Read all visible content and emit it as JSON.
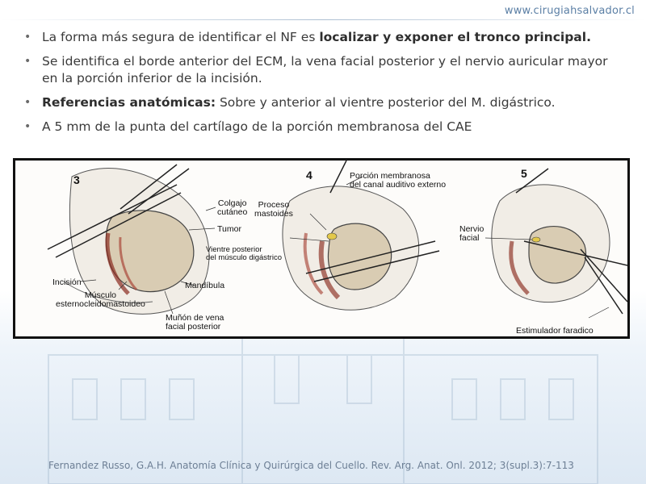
{
  "header": {
    "url": "www.cirugiahsalvador.cl"
  },
  "bullets": [
    {
      "pre": "La forma más segura de identificar el NF es ",
      "bold": "localizar y exponer el tronco principal.",
      "post": ""
    },
    {
      "pre": "Se identifica el borde anterior del ECM, la vena facial posterior y el nervio auricular mayor en la porción inferior de la incisión.",
      "bold": "",
      "post": ""
    },
    {
      "pre": "",
      "bold": "Referencias anatómicas:",
      "post": " Sobre y anterior al vientre posterior del M. digástrico."
    },
    {
      "pre": "A 5 mm de la punta del cartílago de la porción membranosa del CAE",
      "bold": "",
      "post": ""
    }
  ],
  "figure": {
    "panels": [
      {
        "number": "3",
        "labels": {
          "colgajo": "Colgajo\ncutáneo",
          "tumor": "Tumor",
          "incision": "Incisión",
          "musculo": "Músculo\nesternocleidomastoideo",
          "mandibula": "Mandíbula",
          "munon": "Muñón de vena\nfacial posterior"
        }
      },
      {
        "number": "4",
        "labels": {
          "porcion": "Porción membranosa\ndel canal auditivo externo",
          "proceso": "Proceso\nmastoides",
          "vientre": "Vientre posterior\ndel músculo digástrico"
        }
      },
      {
        "number": "5",
        "labels": {
          "nervio": "Nervio\nfacial",
          "estimulador": "Estimulador faradico"
        }
      }
    ]
  },
  "footer": {
    "citation": "Fernandez Russo, G.A.H. Anatomía Clínica y Quirúrgica del Cuello. Rev. Arg. Anat. Onl. 2012; 3(supl.3):7-113"
  }
}
